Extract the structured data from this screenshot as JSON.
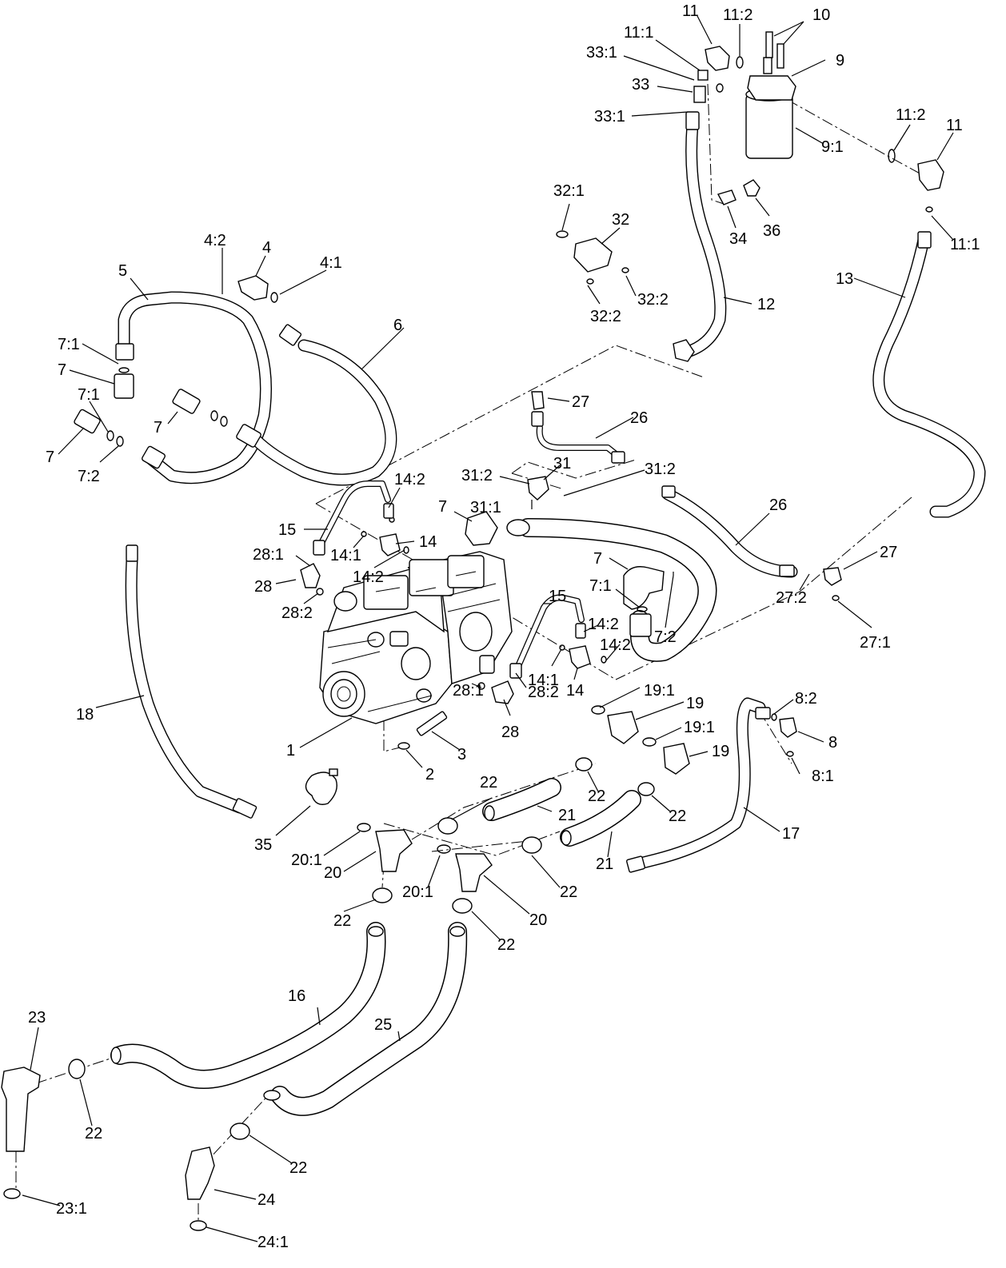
{
  "callouts": {
    "c_11a": "11",
    "c_11_2a": "11:2",
    "c_10": "10",
    "c_11_1a": "11:1",
    "c_33_1a": "33:1",
    "c_9": "9",
    "c_33": "33",
    "c_33_1b": "33:1",
    "c_11_2b": "11:2",
    "c_11b": "11",
    "c_9_1": "9:1",
    "c_32_1": "32:1",
    "c_32": "32",
    "c_34": "34",
    "c_36": "36",
    "c_11_1b": "11:1",
    "c_4_2": "4:2",
    "c_4": "4",
    "c_4_1": "4:1",
    "c_5": "5",
    "c_12": "12",
    "c_13": "13",
    "c_32_2a": "32:2",
    "c_32_2b": "32:2",
    "c_6": "6",
    "c_7_1a": "7:1",
    "c_7a": "7",
    "c_7_1b": "7:1",
    "c_7b": "7",
    "c_7c": "7",
    "c_7_2a": "7:2",
    "c_27a": "27",
    "c_26a": "26",
    "c_31": "31",
    "c_31_2a": "31:2",
    "c_31_2b": "31:2",
    "c_14_2a": "14:2",
    "c_31_1": "31:1",
    "c_7d": "7",
    "c_26b": "26",
    "c_15a": "15",
    "c_14a": "14",
    "c_14_1a": "14:1",
    "c_28_1a": "28:1",
    "c_14_2b": "14:2",
    "c_27b": "27",
    "c_28a": "28",
    "c_7e": "7",
    "c_28_2a": "28:2",
    "c_7_1c": "7:1",
    "c_7_2b": "7:2",
    "c_15b": "15",
    "c_27_2": "27:2",
    "c_14_2c": "14:2",
    "c_14_2d": "14:2",
    "c_27_1": "27:1",
    "c_14_1b": "14:1",
    "c_14b": "14",
    "c_19_1a": "19:1",
    "c_18": "18",
    "c_28_1b": "28:1",
    "c_28_2b": "28:2",
    "c_8_2": "8:2",
    "c_19a": "19",
    "c_28b": "28",
    "c_19_1b": "19:1",
    "c_8": "8",
    "c_1": "1",
    "c_3": "3",
    "c_19b": "19",
    "c_2": "2",
    "c_8_1": "8:1",
    "c_22a": "22",
    "c_22b": "22",
    "c_22c": "22",
    "c_21a": "21",
    "c_17": "17",
    "c_35": "35",
    "c_20_1a": "20:1",
    "c_21b": "21",
    "c_20a": "20",
    "c_22d": "22",
    "c_20_1b": "20:1",
    "c_22e": "22",
    "c_20b": "20",
    "c_22f": "22",
    "c_23": "23",
    "c_16": "16",
    "c_25": "25",
    "c_22g": "22",
    "c_22h": "22",
    "c_24": "24",
    "c_23_1": "23:1",
    "c_24_1": "24:1"
  }
}
